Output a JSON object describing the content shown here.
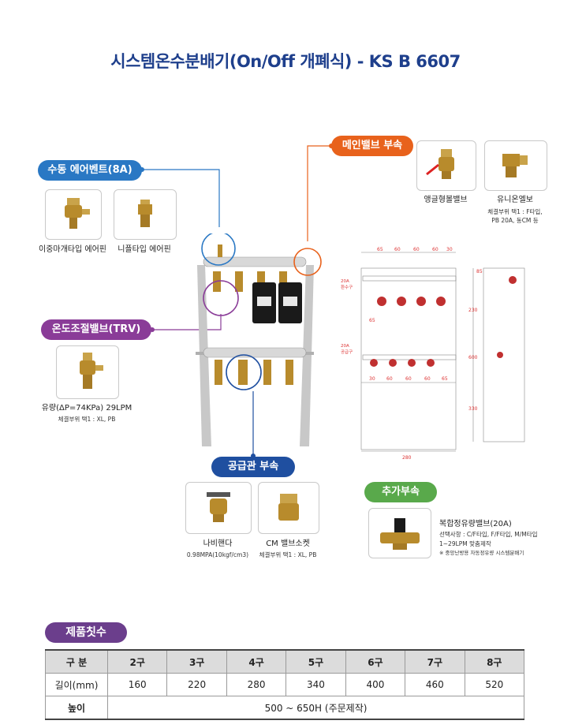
{
  "title": "시스템온수분배기(On/Off 개폐식) - KS B 6607",
  "colors": {
    "blue": "#2a78c4",
    "orange": "#e8621c",
    "purple": "#8a3c98",
    "navy": "#1f4fa0",
    "green": "#59a94b",
    "title": "#1e3f8c"
  },
  "air_vent": {
    "label": "수동 에어벤트(8A)",
    "items": [
      {
        "caption": "이중마개타입 에어핀"
      },
      {
        "caption": "니플타입 에어핀"
      }
    ]
  },
  "trv": {
    "label": "온도조절밸브(TRV)",
    "caption": "유량(ΔP=74KPa) 29LPM",
    "sub": "체결부위 택1 : XL, PB"
  },
  "main_valve": {
    "label": "메인밸브 부속",
    "items": [
      {
        "caption": "앵글형볼밸브"
      },
      {
        "caption": "유니온엘보",
        "sub1": "체결부위 택1 : F타입,",
        "sub2": "PB 20A, 동CM 등"
      }
    ]
  },
  "supply": {
    "label": "공급관 부속",
    "items": [
      {
        "caption": "나비핸다",
        "sub": "0.98MPA(10kgf/cm3)"
      },
      {
        "caption": "CM 밸브소켓",
        "sub": "체결부위 택1 : XL, PB"
      }
    ]
  },
  "extra": {
    "label": "추가부속",
    "caption": "복합정유량밸브(20A)",
    "lines": [
      "선택사항 : C/F타입, F/F타입, M/M타입",
      "1~29LPM 맞춤제작",
      "※ 중앙난방용 자동정유량 시스템분배기"
    ]
  },
  "drawing": {
    "top_dims": [
      "65",
      "60",
      "60",
      "60",
      "30"
    ],
    "mid_dim": "65",
    "bot_dims": [
      "30",
      "60",
      "60",
      "60",
      "65"
    ],
    "width": "280",
    "heights": [
      "230",
      "600",
      "330"
    ],
    "side_top": "85",
    "label_return_size": "20A",
    "label_return": "환수구",
    "label_supply_size": "20A",
    "label_supply": "공급구"
  },
  "spec": {
    "section_label": "제품칫수",
    "header": [
      "구 분",
      "2구",
      "3구",
      "4구",
      "5구",
      "6구",
      "7구",
      "8구"
    ],
    "length_label": "길이(mm)",
    "lengths": [
      "160",
      "220",
      "280",
      "340",
      "400",
      "460",
      "520"
    ],
    "height_label": "높이",
    "height_value": "500 ~ 650H (주문제작)"
  }
}
